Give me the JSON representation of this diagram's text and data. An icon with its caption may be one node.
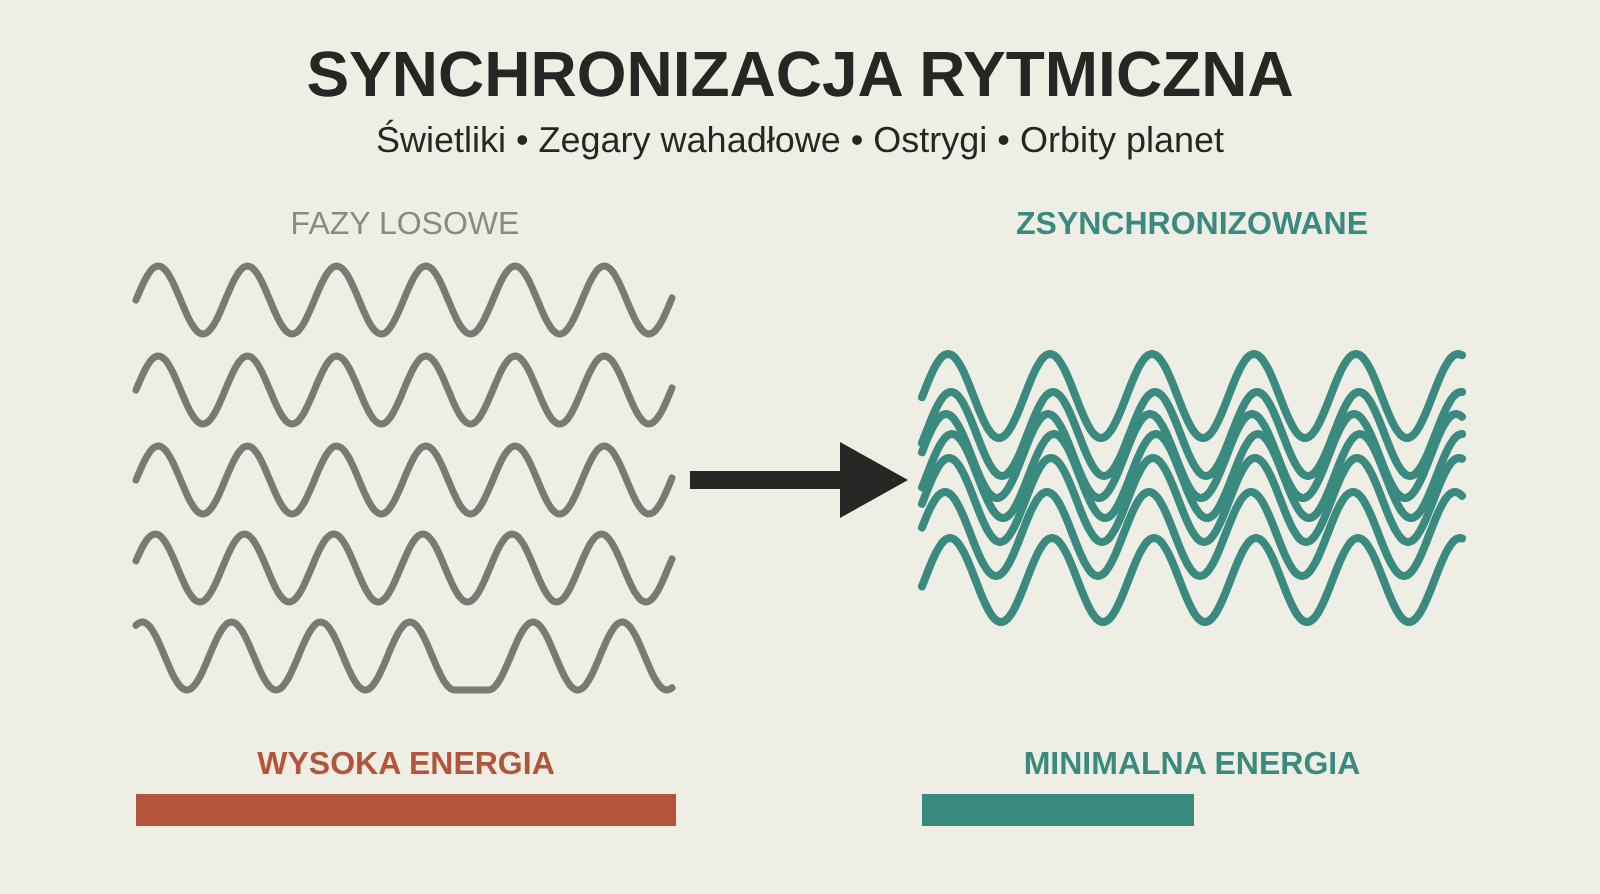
{
  "diagram": {
    "title": "SYNCHRONIZACJA RYTMICZNA",
    "nodes": [
      {
        "text": [
          "FAZY LOSOWE"
        ]
      },
      {
        "text": [
          "ZSYNCHRONIZOWANE"
        ]
      },
      {
        "text": [
          "WYSOKA ENERGIA"
        ]
      },
      {
        "text": [
          "MINIMALNA ENERGIA"
        ]
      }
    ],
    "edges": [
      {
        "from": 0,
        "to": 1,
        "arrow": "to"
      }
    ],
    "labels": [
      "Świetliki • Zegary wahadłowe • Ostrygi • Orbity planet"
    ]
  }
}
